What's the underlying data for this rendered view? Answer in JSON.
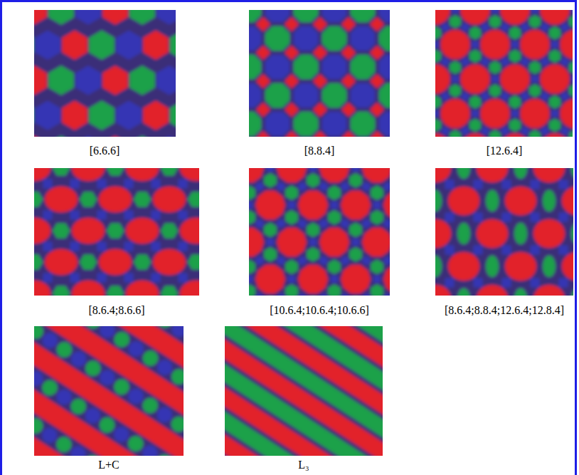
{
  "diagram": {
    "labels": [
      "[6.6.6]",
      "[8.8.4]",
      "[12.6.4]",
      "[8.6.4;8.6.6]",
      "[10.6.4;10.6.4;10.6.6]",
      "[8.6.4;8.8.4;12.6.4;12.8.4]",
      "L+C",
      "L₃"
    ]
  }
}
